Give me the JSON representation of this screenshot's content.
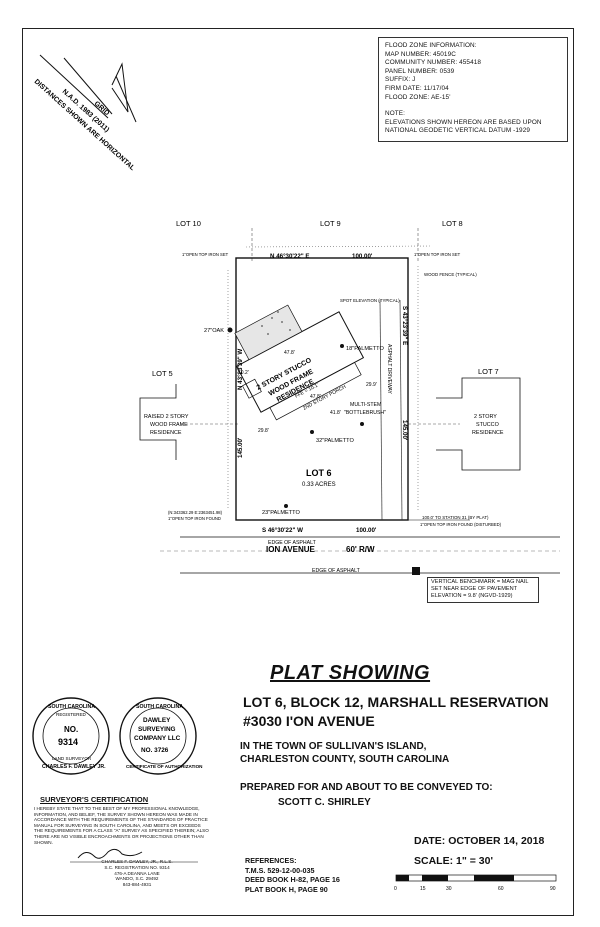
{
  "flood_zone": {
    "title": "FLOOD ZONE INFORMATION:",
    "map_number": "MAP NUMBER: 45019C",
    "community_number": "COMMUNITY NUMBER: 455418",
    "panel_number": "PANEL NUMBER: 0539",
    "suffix": "SUFFIX: J",
    "firm_date": "FIRM DATE: 11/17/04",
    "flood_zone": "FLOOD ZONE: AE-15'",
    "note_title": "NOTE:",
    "note_line1": "ELEVATIONS SHOWN HEREON ARE BASED UPON",
    "note_line2": "NATIONAL GEODETIC VERTICAL DATUM -1929"
  },
  "north_arrow": {
    "grid": "GRID",
    "nad": "N.A.D. 1983 (2011)",
    "distances": "DISTANCES SHOWN ARE HORIZONTAL"
  },
  "plat": {
    "lot10": "LOT 10",
    "lot9": "LOT 9",
    "lot8": "LOT 8",
    "lot5": "LOT 5",
    "lot7": "LOT 7",
    "lot6": "LOT 6",
    "acres": "0.33 ACRES",
    "bearing_top": "N 46°30'22\" E",
    "dist_top": "100.00'",
    "bearing_bottom": "S 46°30'22\" W",
    "dist_bottom": "100.00'",
    "bearing_left": "N 43°23'39\" W",
    "dist_left": "145.00'",
    "bearing_right": "S 43°23'39\" E",
    "dist_right": "145.00'",
    "iron_top_left": "1\"OPEN TOP IRON SET",
    "iron_top_right": "1\"OPEN TOP IRON SET",
    "iron_bottom_left": "1\"OPEN TOP IRON FOUND",
    "iron_bottom_right": "1\"OPEN TOP IRON FOUND (DISTURBED)",
    "coords": "(N:343362.29 E:2363451.98)",
    "station": "100.0' TO STATION 31 (BY PLAT)",
    "wood_fence": "WOOD FENCE (TYPICAL)",
    "spot_elev": "SPOT ELEVATION (TYPICAL)",
    "house1": "2 STORY STUCCO",
    "house2": "WOOD FRAME",
    "house3": "RESIDENCE",
    "ffe": "FFE = 10.1'",
    "porch": "2ND STORY PORCH",
    "oak": "27\"OAK",
    "palm1": "18\"PALMETTO",
    "palm2": "32\"PALMETTO",
    "palm3": "23\"PALMETTO",
    "bottlebrush1": "MULTI-STEM",
    "bottlebrush2": "\"BOTTLEBRUSH\"",
    "driveway": "ASPHALT DRIVEWAY",
    "lot5_house1": "RAISED 2 STORY",
    "lot5_house2": "WOOD FRAME",
    "lot5_house3": "RESIDENCE",
    "lot7_house1": "2 STORY",
    "lot7_house2": "STUCCO",
    "lot7_house3": "RESIDENCE",
    "edge_asphalt": "EDGE OF ASPHALT",
    "street": "ION AVENUE",
    "row": "60' R/W",
    "dim_298": "29.8'",
    "dim_289": "29.9'",
    "dim_102": "10.2'",
    "dim_478": "47.8'",
    "dim_478b": "47.8'",
    "dim_418": "41.8'"
  },
  "vertical_benchmark": {
    "line1": "VERTICAL BENCHMARK = MAG NAIL",
    "line2": "SET NEAR EDGE OF PAVEMENT",
    "line3": "ELEVATION = 9.8' (NGVD-1929)"
  },
  "title_block": {
    "plat_showing": "PLAT SHOWING",
    "lot_block": "LOT 6, BLOCK 12, MARSHALL RESERVATION",
    "address": "#3030 I'ON AVENUE",
    "town1": "IN THE TOWN OF SULLIVAN'S ISLAND,",
    "town2": "CHARLESTON COUNTY, SOUTH CAROLINA",
    "prepared": "PREPARED FOR AND ABOUT TO BE CONVEYED TO:",
    "owner": "SCOTT C. SHIRLEY",
    "date": "DATE: OCTOBER 14, 2018",
    "scale": "SCALE: 1\" = 30'"
  },
  "references": {
    "title": "REFERENCES:",
    "tms": "T.M.S. 529-12-00-035",
    "deed": "DEED BOOK H-82, PAGE 16",
    "plat": "PLAT BOOK H, PAGE 90"
  },
  "scale_bar": {
    "ticks": [
      "0",
      "15",
      "30",
      "60",
      "90"
    ]
  },
  "seals": {
    "seal1_state": "SOUTH CAROLINA",
    "seal1_reg": "REGISTERED",
    "seal1_no": "NO.",
    "seal1_num": "9314",
    "seal1_bottom": "CHARLES F. DAWLEY JR.",
    "seal1_land": "LAND SURVEYOR",
    "seal2_state": "SOUTH CAROLINA",
    "seal2_name1": "DAWLEY",
    "seal2_name2": "SURVEYING",
    "seal2_name3": "COMPANY LLC",
    "seal2_no": "NO. 3726",
    "seal2_bottom": "CERTIFICATE OF AUTHORIZATION"
  },
  "certification": {
    "title": "SURVEYOR'S CERTIFICATION",
    "body": "I HEREBY STATE THAT TO THE BEST OF MY PROFESSIONAL KNOWLEDGE, INFORMATION, AND BELIEF, THE SURVEY SHOWN HEREON WAS MADE IN ACCORDANCE WITH THE REQUIREMENTS OF THE STANDARDS OF PRACTICE MANUAL FOR SURVEYING IN SOUTH CAROLINA, AND MEETS OR EXCEEDS THE REQUIREMENTS FOR A CLASS \"A\" SURVEY AS SPECIFIED THEREIN; ALSO THERE ARE NO VISIBLE ENCROACHMENTS OR PROJECTIONS OTHER THAN SHOWN.",
    "signer1": "CHARLES F. DAWLEY, JR., R.L.S.",
    "signer2": "S.C. REGISTRATION NO. 9314",
    "signer3": "476-A DEANNA LANE",
    "signer4": "WANDO, S.C. 29492",
    "signer5": "843-884-4931"
  }
}
